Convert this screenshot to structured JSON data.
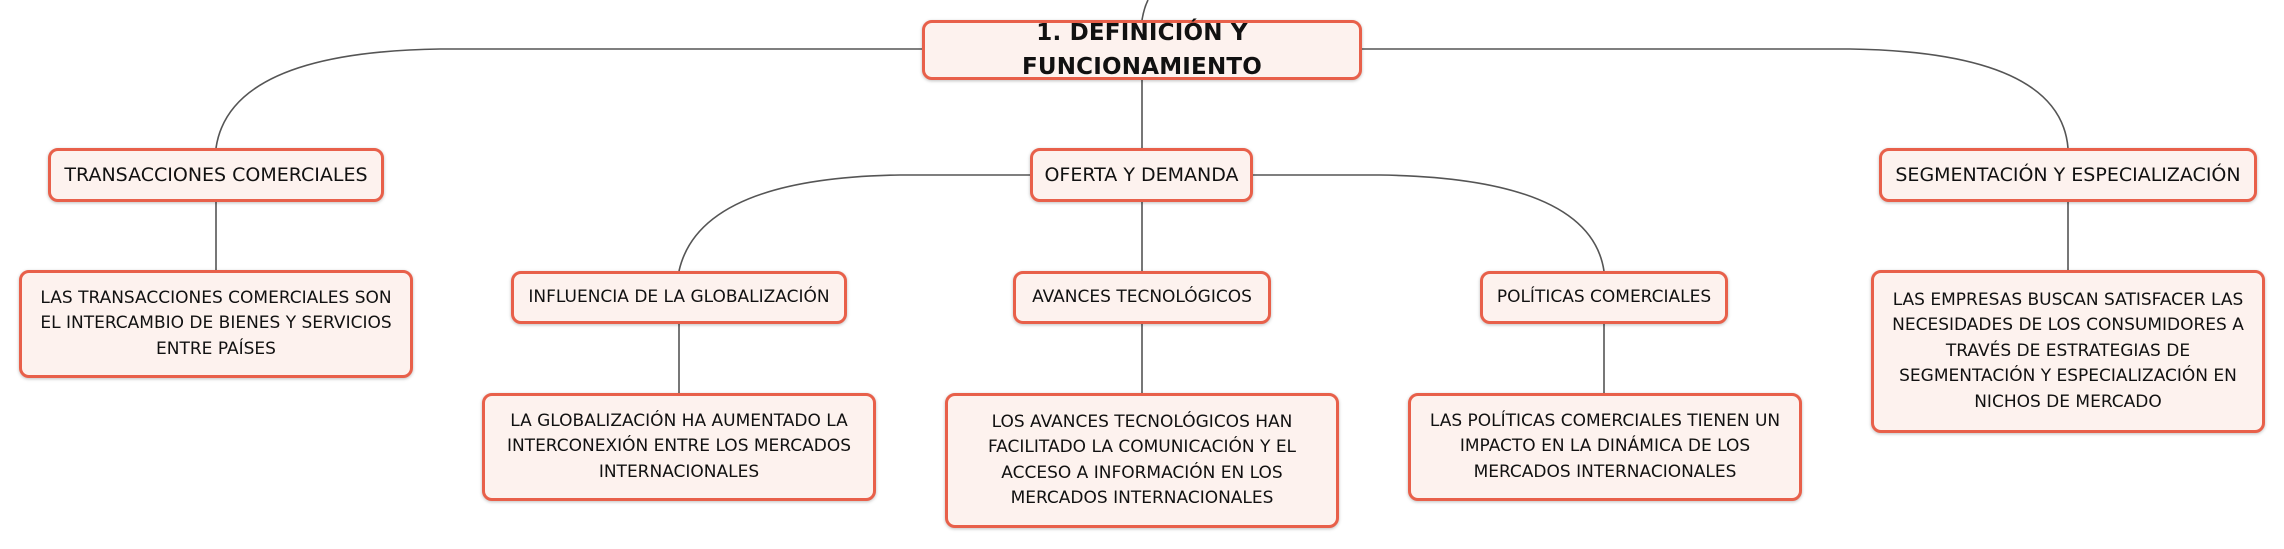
{
  "colors": {
    "node_border": "#e8604a",
    "node_fill": "#fdf2ee",
    "connector": "#555555",
    "text": "#111111"
  },
  "map": {
    "root": "1. DEFINICIÓN Y FUNCIONAMIENTO",
    "topics": {
      "transacciones": {
        "label": "TRANSACCIONES COMERCIALES",
        "detail": "LAS TRANSACCIONES COMERCIALES SON EL INTERCAMBIO DE BIENES Y SERVICIOS ENTRE PAÍSES"
      },
      "oferta": {
        "label": "OFERTA Y DEMANDA",
        "subtopics": {
          "globalizacion": {
            "label": "INFLUENCIA DE LA GLOBALIZACIÓN",
            "detail": "LA GLOBALIZACIÓN HA AUMENTADO LA INTERCONEXIÓN ENTRE LOS MERCADOS INTERNACIONALES"
          },
          "avances": {
            "label": "AVANCES TECNOLÓGICOS",
            "detail": "LOS AVANCES TECNOLÓGICOS HAN FACILITADO LA COMUNICACIÓN Y EL ACCESO A INFORMACIÓN EN LOS MERCADOS INTERNACIONALES"
          },
          "politicas": {
            "label": "POLÍTICAS COMERCIALES",
            "detail": "LAS POLÍTICAS COMERCIALES TIENEN UN IMPACTO EN LA DINÁMICA DE LOS MERCADOS INTERNACIONALES"
          }
        }
      },
      "segmentacion": {
        "label": "SEGMENTACIÓN Y ESPECIALIZACIÓN",
        "detail": "LAS EMPRESAS BUSCAN SATISFACER LAS NECESIDADES DE LOS CONSUMIDORES A TRAVÉS DE ESTRATEGIAS DE SEGMENTACIÓN Y ESPECIALIZACIÓN EN NICHOS DE MERCADO"
      }
    }
  }
}
